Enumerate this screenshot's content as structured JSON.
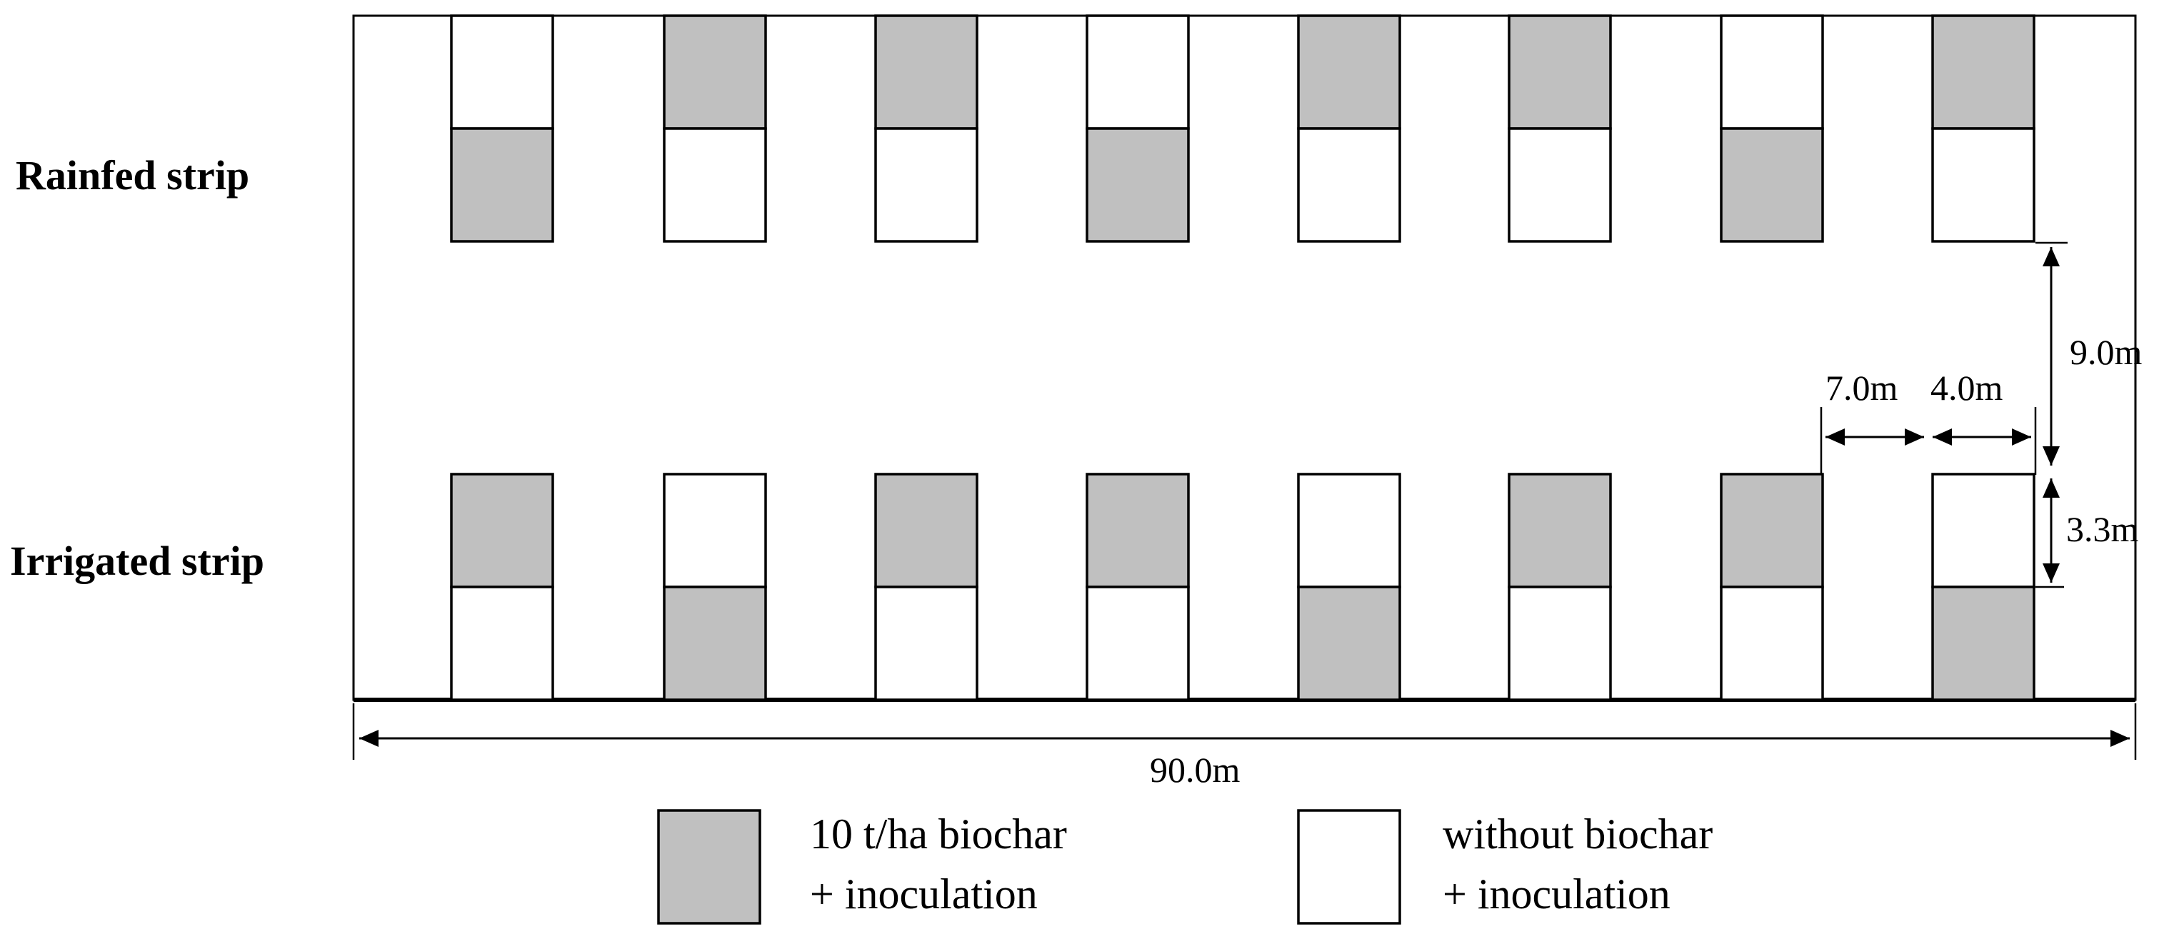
{
  "strips": [
    {
      "label": "Rainfed strip",
      "pairs": [
        [
          "without",
          "biochar"
        ],
        [
          "biochar",
          "without"
        ],
        [
          "biochar",
          "without"
        ],
        [
          "without",
          "biochar"
        ],
        [
          "biochar",
          "without"
        ],
        [
          "biochar",
          "without"
        ],
        [
          "without",
          "biochar"
        ],
        [
          "biochar",
          "without"
        ]
      ]
    },
    {
      "label": "Irrigated strip",
      "pairs": [
        [
          "biochar",
          "without"
        ],
        [
          "without",
          "biochar"
        ],
        [
          "biochar",
          "without"
        ],
        [
          "biochar",
          "without"
        ],
        [
          "without",
          "biochar"
        ],
        [
          "biochar",
          "without"
        ],
        [
          "biochar",
          "without"
        ],
        [
          "without",
          "biochar"
        ]
      ]
    }
  ],
  "dimensions": {
    "plot_spacing": "7.0m",
    "plot_width": "4.0m",
    "strip_gap": "9.0m",
    "plot_length": "3.3m",
    "field_length": "90.0m"
  },
  "legend": [
    {
      "key": "biochar",
      "line1": "10 t/ha biochar",
      "line2": "+ inoculation",
      "color": "#c0c0c0"
    },
    {
      "key": "without",
      "line1": "without biochar",
      "line2": "+ inoculation",
      "color": "#ffffff"
    }
  ],
  "colors": {
    "biochar": "#c0c0c0",
    "without": "#ffffff",
    "line": "#000000"
  }
}
